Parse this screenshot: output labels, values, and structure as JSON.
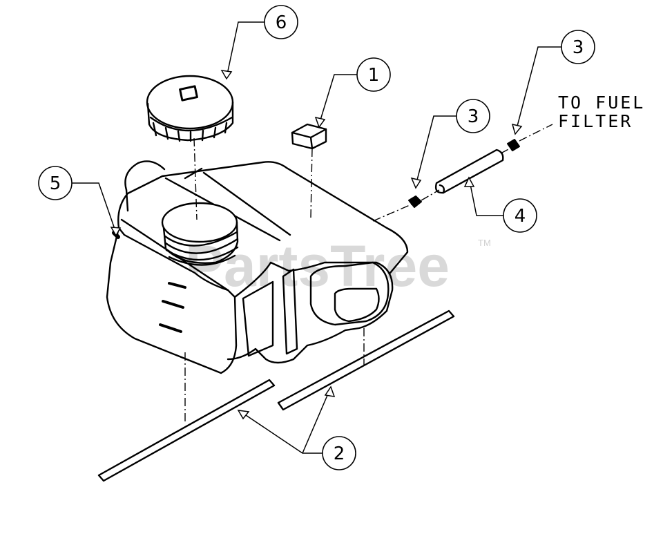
{
  "watermark": {
    "text": "PartsTree",
    "tm": "TM"
  },
  "note": {
    "line1": "TO FUEL",
    "line2": "FILTER"
  },
  "callouts": [
    "6",
    "1",
    "3",
    "3",
    "5",
    "4",
    "2"
  ]
}
